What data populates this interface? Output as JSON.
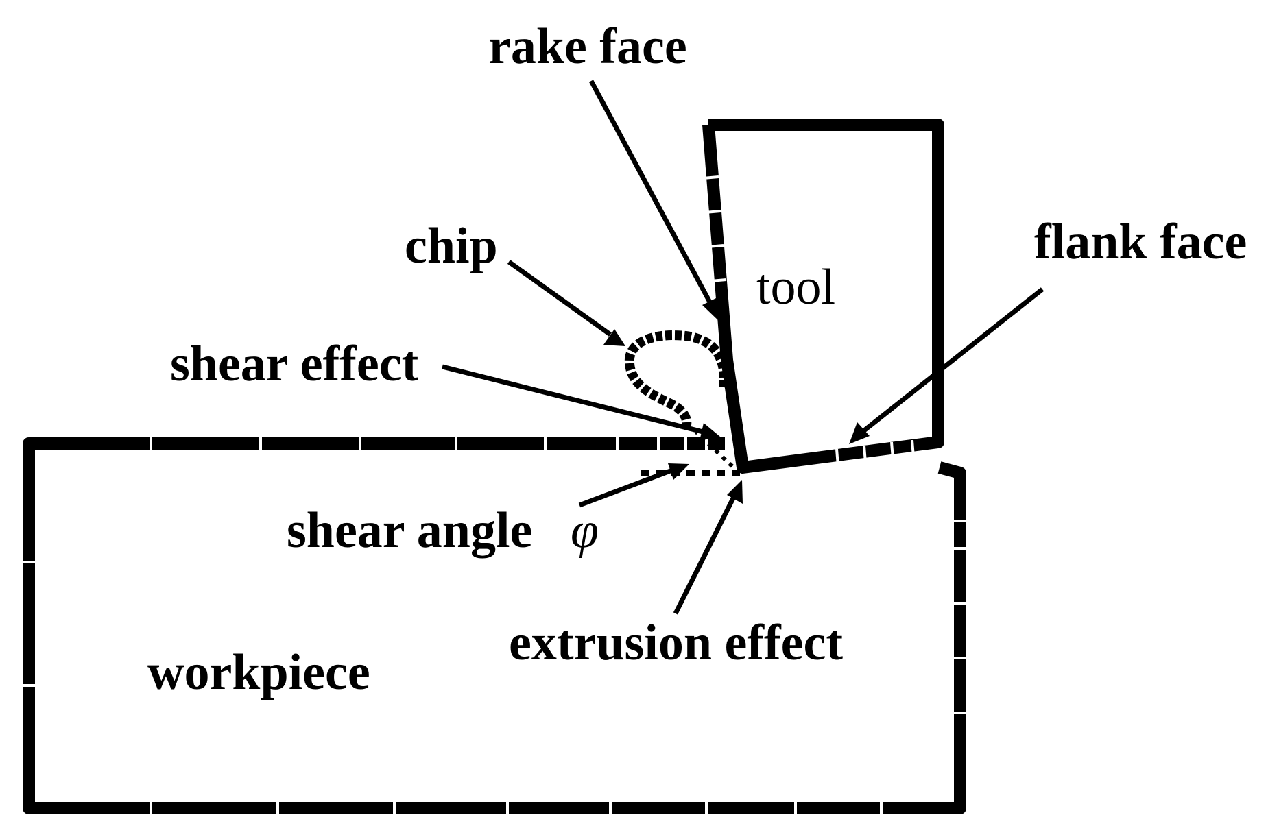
{
  "labels": {
    "rake_face": "rake face",
    "chip": "chip",
    "shear_effect": "shear effect",
    "tool": "tool",
    "flank_face": "flank face",
    "shear_angle": "shear angle",
    "shear_angle_symbol": "φ",
    "extrusion_effect": "extrusion effect",
    "workpiece": "workpiece"
  },
  "colors": {
    "line": "#000000",
    "background": "#ffffff"
  }
}
